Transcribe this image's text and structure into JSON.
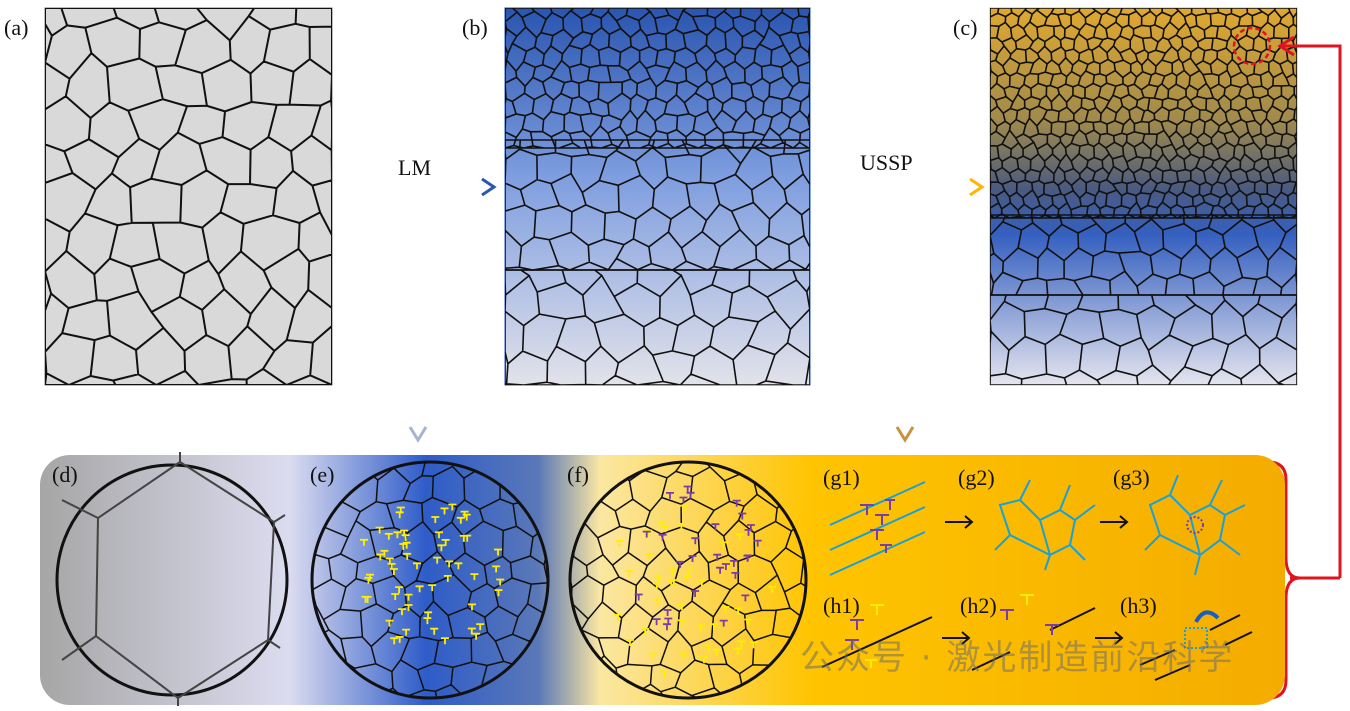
{
  "panels": {
    "a": "(a)",
    "b": "(b)",
    "c": "(c)",
    "d": "(d)",
    "e": "(e)",
    "f": "(f)",
    "g1": "(g1)",
    "g2": "(g2)",
    "g3": "(g3)",
    "h1": "(h1)",
    "h2": "(h2)",
    "h3": "(h3)"
  },
  "arrows": {
    "lm": "LM",
    "ussp": "USSP"
  },
  "watermark": "公众号 · 激光制造前沿科学",
  "colors": {
    "grain_line": "#111111",
    "gray_panel": "#d9d9d9",
    "blue": "#2a55b0",
    "gold": "#ffc000",
    "red": "#e0141e",
    "cyan": "#1aa0d8",
    "purple": "#7a3da8",
    "yellow_dislocation": "#ffee00"
  }
}
